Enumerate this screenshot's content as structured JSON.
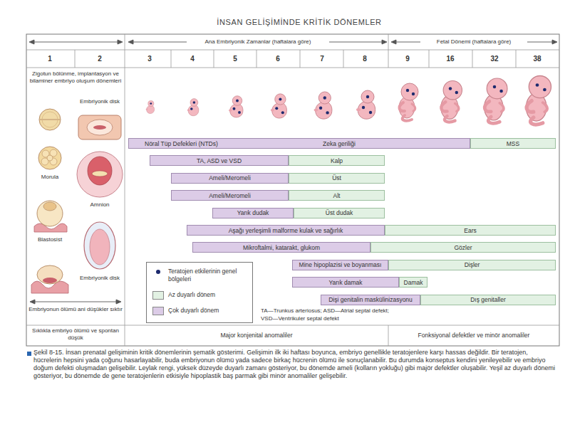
{
  "diagram": {
    "title": "İNSAN GELİŞİMİNDE KRİTİK DÖNEMLER",
    "caption": "Şekil 8-15. İnsan prenatal gelişiminin kritik dönemlerinin şematik gösterimi. Gelişimin ilk iki haftası boyunca, embriyo genellikle teratojenlere karşı hassas değildir. Bir teratojen, hücrelerin hepsini yada çoğunu hasarlayabilir, buda embriyonun ölümü yada sadece birkaç hücrenin ölümü ile sonuçlanabilir. Bu durumda konseptus kendini yenileyebilir ve embriyo doğum defekti oluşmadan gelişebilir. Leylak rengi, yüksek düzeyde duyarlı zamanı gösteriyor, bu dönemde ameli (kolların yokluğu) gibi majör defektler oluşabilir. Yeşil az duyarlı dönemi gösteriyor, bu dönemde de gene teratojenlerin etkisiyle hipoplastik baş parmak gibi minör anomaliler gelişebilir.",
    "nodes": [
      {
        "text": [
          "Nöral Tüp Defekleri (NTDs)",
          "Zeka geriliği"
        ]
      },
      {
        "text": [
          "MSS"
        ]
      },
      {
        "text": [
          "TA, ASD ve VSD"
        ]
      },
      {
        "text": [
          "Kalp"
        ]
      },
      {
        "text": [
          "Ameli/Meromeli"
        ]
      },
      {
        "text": [
          "Üst"
        ]
      },
      {
        "text": [
          "Ameli/Meromeli"
        ]
      },
      {
        "text": [
          "Alt"
        ]
      },
      {
        "text": [
          "Yarık dudak"
        ]
      },
      {
        "text": [
          "Üst dudak"
        ]
      },
      {
        "text": [
          "Aşağı yerleşimli malforme kulak ve sağırlık"
        ]
      },
      {
        "text": [
          "Ears"
        ]
      },
      {
        "text": [
          "Mikroftalmi, katarakt, glukom"
        ]
      },
      {
        "text": [
          "Gözler"
        ]
      },
      {
        "text": [
          "Mine hipoplazisi ve boyanması"
        ]
      },
      {
        "text": [
          "Dişler"
        ]
      },
      {
        "text": [
          "Yarık damak"
        ]
      },
      {
        "text": [
          "Damak"
        ]
      },
      {
        "text": [
          "Dişi genitalin maskülinizasyonu"
        ]
      },
      {
        "text": [
          "Dış genitaller"
        ]
      }
    ],
    "labels": [
      "Ana Embriyonik Zamanlar (haftalara göre)",
      "Fetal Dönemi (haftalara göre)",
      "1",
      "2",
      "3",
      "4",
      "5",
      "6",
      "7",
      "8",
      "9",
      "16",
      "32",
      "38",
      "Zigotun bölünme, implantasyon ve bilaminer embriyo oluşum dönemleri",
      "Embriyonik disk",
      "Morula",
      "Amnion",
      "Blastosist",
      "Embriyonik disk",
      "Embriyonun ölümü ani düşükler sıktır",
      "Sıklıkla embriyo ölümü ve spontan düşük",
      "Major konjenital anomaliler",
      "Fonksiyonal defektler ve minör anomaliler",
      "TA—Trunkus arteriosus; ASD—Atrial septal defekt;",
      "VSD—Ventrikuler septal defekt"
    ],
    "legend": [
      {
        "text": "Teratojen etkilerinin genel bölgeleri"
      },
      {
        "text": "Az duyarlı dönem",
        "color": "#e2f1e3"
      },
      {
        "text": "Çok duyarlı dönem",
        "color": "#dccce7"
      }
    ]
  }
}
